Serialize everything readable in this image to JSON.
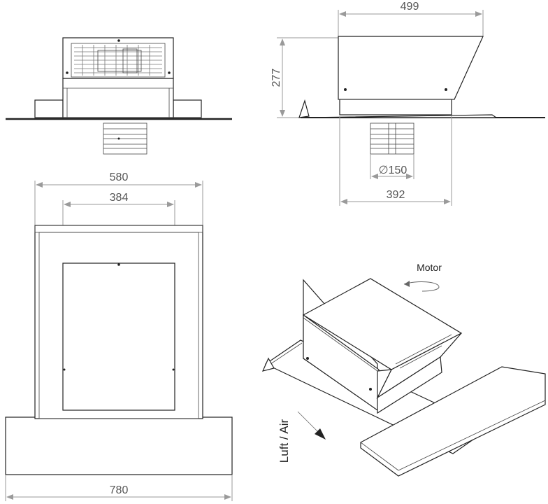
{
  "dimensions": {
    "top_width": "499",
    "side_height": "277",
    "diameter": "150",
    "diameter_symbol": "∅",
    "base_width": "392",
    "outer_width": "580",
    "inner_width": "384",
    "total_width": "780"
  },
  "labels": {
    "motor": "Motor",
    "air": "Luft / Air"
  },
  "colors": {
    "line": "#222222",
    "dimension": "#9a9a9a",
    "text": "#555555"
  }
}
